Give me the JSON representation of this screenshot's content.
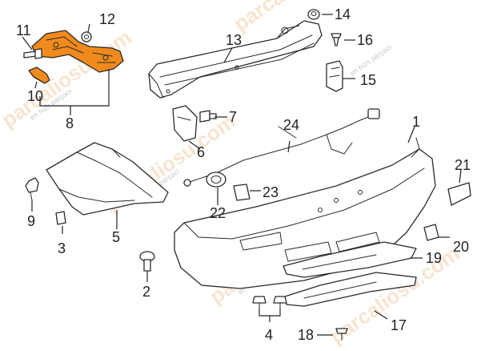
{
  "colors": {
    "highlight": "#f08a1c",
    "line": "#2a2a2a",
    "watermark": "#e8a15a"
  },
  "watermark": {
    "brand": "parcaliosu.com",
    "tagline": "en hızlı parçacı"
  },
  "callouts": {
    "c1": "1",
    "c2": "2",
    "c3": "3",
    "c4": "4",
    "c5": "5",
    "c6": "6",
    "c7": "7",
    "c8": "8",
    "c9": "9",
    "c10": "10",
    "c11": "11",
    "c12": "12",
    "c13": "13",
    "c14": "14",
    "c15": "15",
    "c16": "16",
    "c17": "17",
    "c18": "18",
    "c19": "19",
    "c20": "20",
    "c21": "21",
    "c22": "22",
    "c23": "23",
    "c24": "24"
  }
}
